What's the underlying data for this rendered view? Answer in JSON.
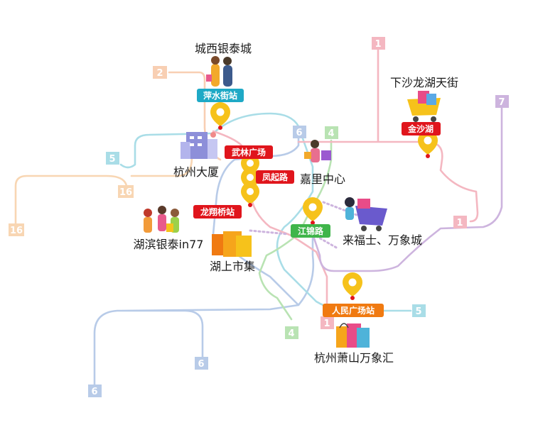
{
  "colors": {
    "line1": "#f4b7c1",
    "line2": "#f8cfb3",
    "line4": "#b9e3b3",
    "line5": "#a9dde7",
    "line6": "#b8cbe8",
    "line7": "#cdb4de",
    "line16": "#f8d6b3",
    "pin": "#f6c21b",
    "tag_red": "#e0151c",
    "tag_teal": "#1ea9c6",
    "tag_green": "#3fb54a",
    "tag_orange": "#f07a11"
  },
  "line_badges": {
    "l2": "2",
    "l1_top": "1",
    "l7": "7",
    "l5_left": "5",
    "l16_a": "16",
    "l16_b": "16",
    "l6_top": "6",
    "l4_top": "4",
    "l1_right": "1",
    "l5_right": "5",
    "l1_bottom": "1",
    "l4_bottom": "4",
    "l6_mid": "6",
    "l6_bottom": "6"
  },
  "stations": {
    "pingshuijie": "萍水街站",
    "jinshahu": "金沙湖",
    "wulin": "武林广场",
    "fengqi": "凤起路",
    "longxiangqiao": "龙翔桥站",
    "jiangjin": "江锦路",
    "renmin": "人民广场站"
  },
  "places": {
    "chengxi": "城西银泰城",
    "xiasha": "下沙龙湖天街",
    "hangzhou_dasha": "杭州大厦",
    "jiali": "嘉里中心",
    "hubin": "湖滨银泰in77",
    "laifushi": "来福士、万象城",
    "hushang": "湖上市集",
    "xiaoshan": "杭州萧山万象汇"
  }
}
